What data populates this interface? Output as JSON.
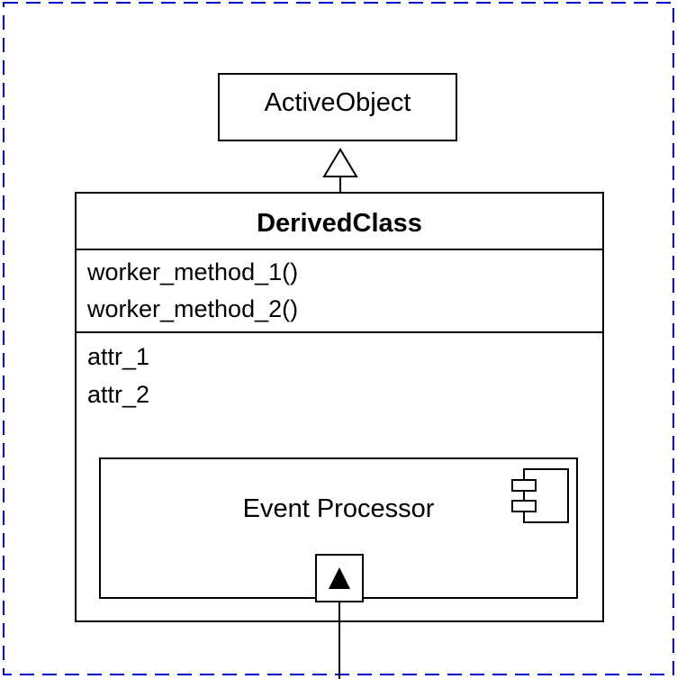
{
  "diagram": {
    "parent_class": {
      "name": "ActiveObject"
    },
    "derived_class": {
      "name": "DerivedClass",
      "methods": [
        "worker_method_1()",
        "worker_method_2()"
      ],
      "attributes": [
        "attr_1",
        "attr_2"
      ]
    },
    "component": {
      "name": "Event Processor",
      "icon": "component-icon",
      "port_icon": "triangle-up-icon"
    },
    "colors": {
      "boundary": "#0000cc",
      "stroke": "#000000",
      "background": "#ffffff"
    },
    "relationship": "generalization"
  }
}
